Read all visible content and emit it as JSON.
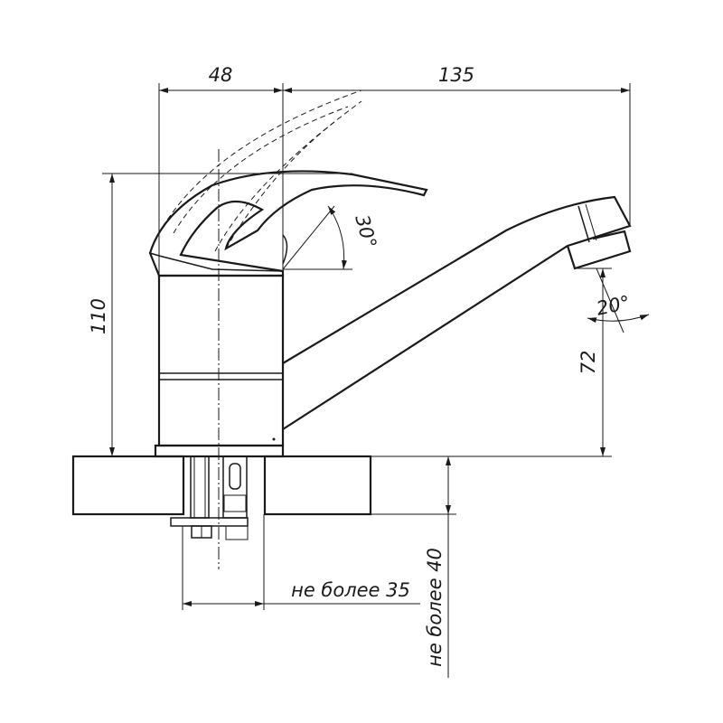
{
  "dimensions": {
    "body_width": "48",
    "spout_reach": "135",
    "height": "110",
    "spout_height": "72",
    "lever_angle": "30°",
    "spout_angle": "20°",
    "max_thickness": "не более 35",
    "max_hole": "не более 40"
  }
}
